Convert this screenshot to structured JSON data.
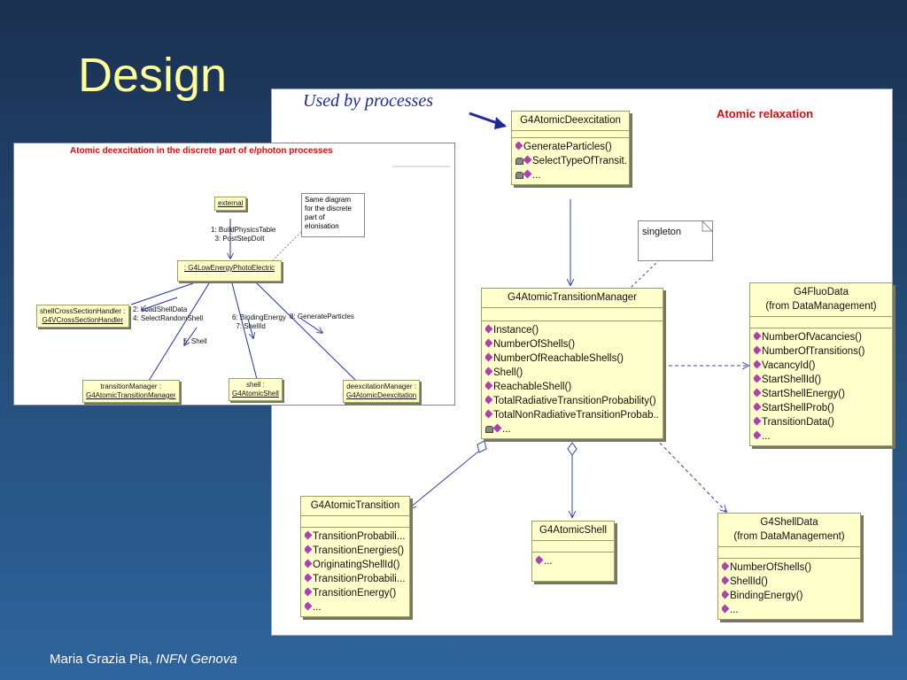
{
  "slide": {
    "title": "Design",
    "annotation": "Used by processes",
    "footer_author": "Maria Grazia Pia,",
    "footer_org": "INFN Genova"
  },
  "main_diagram": {
    "title": "Atomic relaxation",
    "singleton_note": "singleton",
    "classes": {
      "deexcitation": {
        "name": "G4AtomicDeexcitation",
        "ops": [
          "GenerateParticles()",
          "SelectTypeOfTransit...",
          "..."
        ]
      },
      "manager": {
        "name": "G4AtomicTransitionManager",
        "ops": [
          "Instance()",
          "NumberOfShells()",
          "NumberOfReachableShells()",
          "Shell()",
          "ReachableShell()",
          "TotalRadiativeTransitionProbability()",
          "TotalNonRadiativeTransitionProbab...",
          "..."
        ]
      },
      "fluo": {
        "name": "G4FluoData",
        "sub": "(from DataManagement)",
        "ops": [
          "NumberOfVacancies()",
          "NumberOfTransitions()",
          "VacancyId()",
          "StartShellId()",
          "StartShellEnergy()",
          "StartShellProb()",
          "TransitionData()",
          "..."
        ]
      },
      "transition": {
        "name": "G4AtomicTransition",
        "ops": [
          "TransitionProbabili...",
          "TransitionEnergies()",
          "OriginatingShellId()",
          "TransitionProbabili...",
          "TransitionEnergy()",
          "..."
        ]
      },
      "shell": {
        "name": "G4AtomicShell",
        "ops": [
          "..."
        ]
      },
      "shelldata": {
        "name": "G4ShellData",
        "sub": "(from DataManagement)",
        "ops": [
          "NumberOfShells()",
          "ShellId()",
          "BindingEnergy()",
          "..."
        ]
      }
    }
  },
  "sequence_diagram": {
    "title": "Atomic deexcitation in the discrete part of e/photon  processes",
    "note": [
      "Same diagram",
      "for the discrete",
      "part of",
      "eIonisation"
    ],
    "objects": {
      "external": "external",
      "photo": ": G4LowEnergyPhotoElectric",
      "cross": [
        "shellCrossSectionHandler :",
        "G4VCrossSectionHandler"
      ],
      "tm": [
        "transitionManager :",
        "G4AtomicTransitionManager"
      ],
      "shell": [
        "shell :",
        "G4AtomicShell"
      ],
      "deex": [
        "deexcitationManager :",
        "G4AtomicDeexcitation"
      ]
    },
    "messages": {
      "m1": "1: BuildPhysicsTable\n  3: PostStepDoIt",
      "m2": "2: LoadShellData\n4: SelectRandomShell",
      "m5": "5: Shell",
      "m6": "6: BindingEnergy\n  7: ShellId",
      "m8": "8: GenerateParticles"
    }
  }
}
